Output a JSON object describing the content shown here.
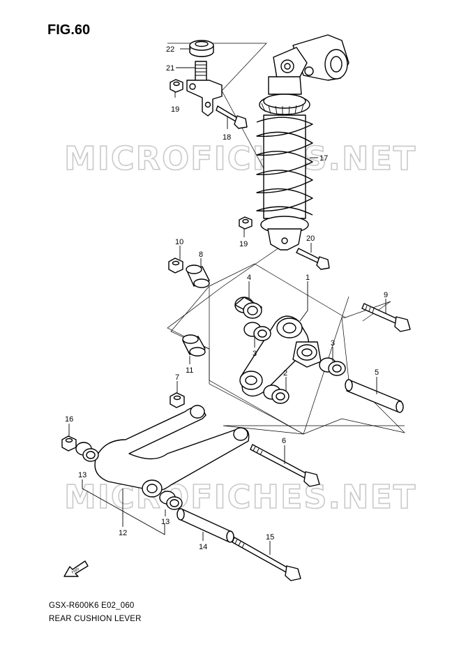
{
  "figure": {
    "title": "FIG.60",
    "model_code": "GSX-R600K6 E02_060",
    "caption": "REAR CUSHION LEVER",
    "watermark": "MICROFICHES.NET",
    "fwd_label": "FWD"
  },
  "callouts": [
    {
      "id": "22",
      "text": "22"
    },
    {
      "id": "21",
      "text": "21"
    },
    {
      "id": "19a",
      "text": "19"
    },
    {
      "id": "18",
      "text": "18"
    },
    {
      "id": "17",
      "text": "17"
    },
    {
      "id": "19b",
      "text": "19"
    },
    {
      "id": "20",
      "text": "20"
    },
    {
      "id": "10",
      "text": "10"
    },
    {
      "id": "8",
      "text": "8"
    },
    {
      "id": "4",
      "text": "4"
    },
    {
      "id": "1",
      "text": "1"
    },
    {
      "id": "9",
      "text": "9"
    },
    {
      "id": "3a",
      "text": "3"
    },
    {
      "id": "3b",
      "text": "3"
    },
    {
      "id": "11",
      "text": "11"
    },
    {
      "id": "2",
      "text": "2"
    },
    {
      "id": "5",
      "text": "5"
    },
    {
      "id": "7",
      "text": "7"
    },
    {
      "id": "16",
      "text": "16"
    },
    {
      "id": "6",
      "text": "6"
    },
    {
      "id": "13a",
      "text": "13"
    },
    {
      "id": "12",
      "text": "12"
    },
    {
      "id": "13b",
      "text": "13"
    },
    {
      "id": "14",
      "text": "14"
    },
    {
      "id": "15",
      "text": "15"
    }
  ],
  "colors": {
    "line": "#000000",
    "background": "#ffffff",
    "watermark": "#c9c9c9"
  }
}
